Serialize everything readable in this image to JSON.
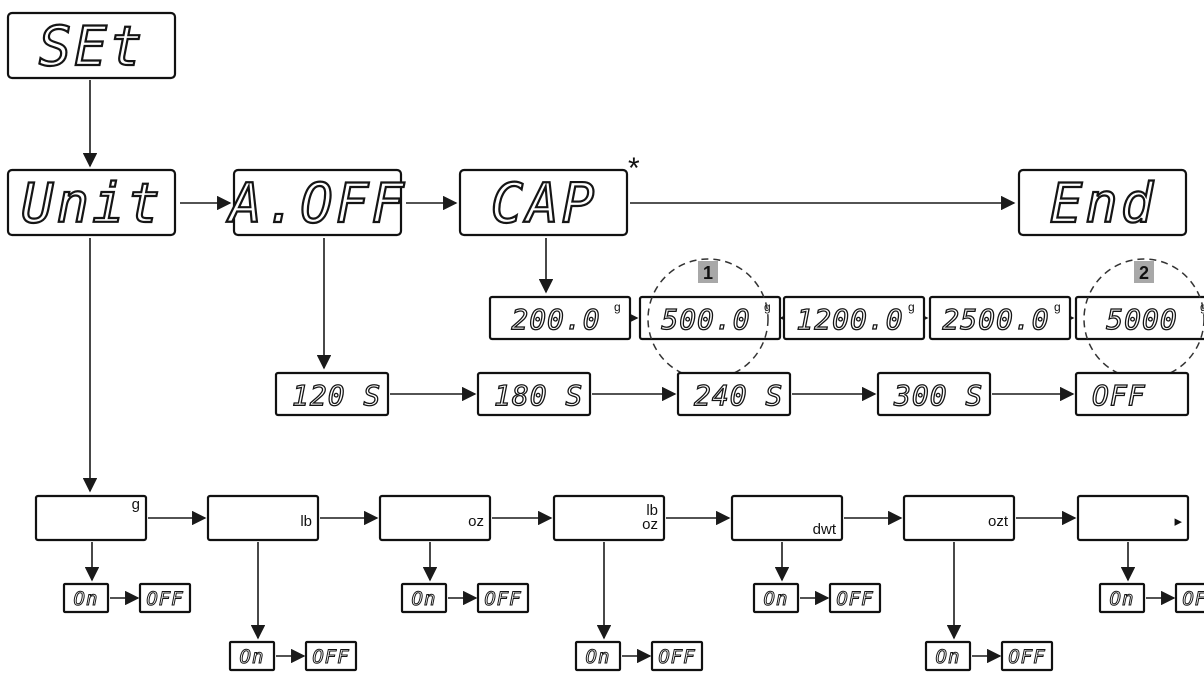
{
  "main_row": {
    "set": "SEt",
    "unit": "Unit",
    "aoff": "A.OFF",
    "cap": "CAP",
    "end": "End",
    "cap_marker": "*"
  },
  "capacity_options": [
    {
      "value": "200.0",
      "unit": "g"
    },
    {
      "value": "500.0",
      "unit": "g",
      "badge": "1"
    },
    {
      "value": "1200.0",
      "unit": "g"
    },
    {
      "value": "2500.0",
      "unit": "g"
    },
    {
      "value": "5000",
      "unit": "g",
      "badge": "2"
    }
  ],
  "auto_off_options": [
    "120 S",
    "180 S",
    "240 S",
    "300 S",
    "OFF"
  ],
  "unit_options": [
    {
      "unit": "g"
    },
    {
      "unit": "lb"
    },
    {
      "unit": "oz"
    },
    {
      "unit": "lb",
      "unit2": "oz"
    },
    {
      "unit": "dwt"
    },
    {
      "unit": "ozt"
    },
    {
      "unit": "▸"
    }
  ],
  "toggle": {
    "on": "On",
    "off": "OFF"
  }
}
